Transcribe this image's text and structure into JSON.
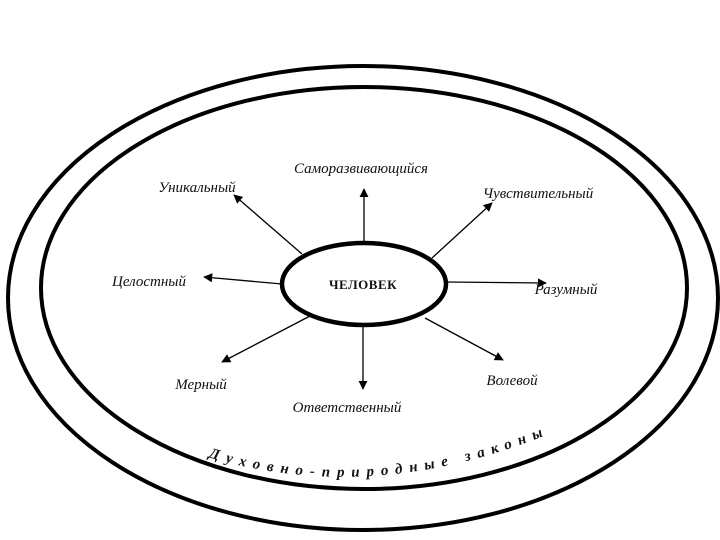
{
  "center": {
    "label": "ЧЕЛОВЕК"
  },
  "qualities": {
    "top": "Саморазвивающийся",
    "top_left": "Уникальный",
    "top_right": "Чувствительный",
    "left": "Целостный",
    "right": "Разумный",
    "bottom_left": "Мерный",
    "bottom": "Ответственный",
    "bottom_right": "Волевой"
  },
  "outer_band": {
    "label": "Духовно-природные законы"
  }
}
